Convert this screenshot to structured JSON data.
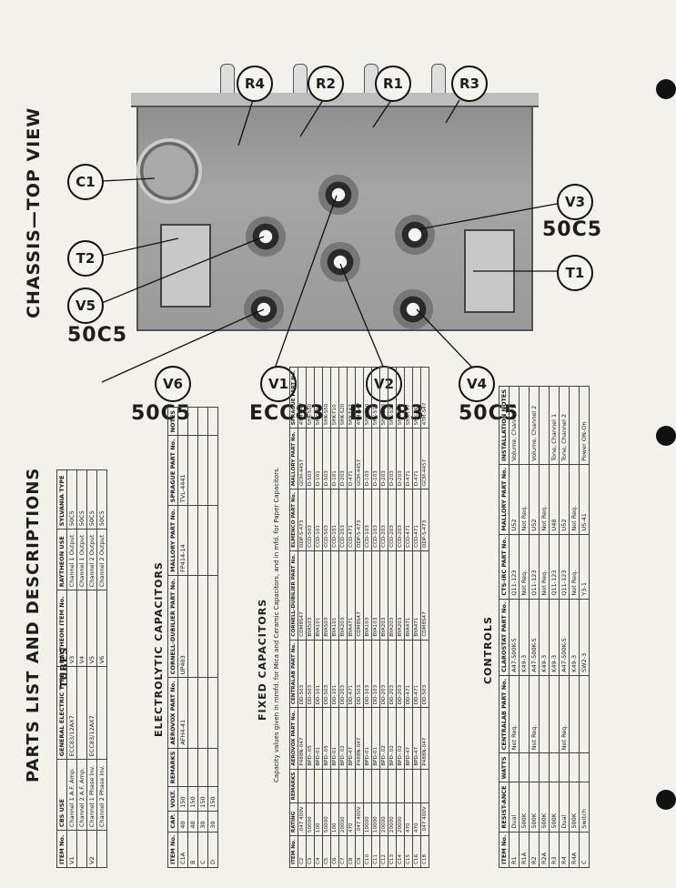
{
  "chassis": {
    "title": "CHASSIS—TOP VIEW",
    "callouts": [
      "R4",
      "R2",
      "R1",
      "R3",
      "C1",
      "V3",
      "T2",
      "T1",
      "V5",
      "V6",
      "V1",
      "V2",
      "V4"
    ],
    "tube_labels": {
      "v3": "50C5",
      "v5": "50C5",
      "v6": "50C5",
      "v1": "ECC83",
      "v2": "ECC83",
      "v4": "50C5"
    }
  },
  "parts": {
    "title": "PARTS LIST AND DESCRIPTIONS",
    "tubes_title": "TUBES",
    "tubes_headers": [
      "ITEM No.",
      "CBS USE",
      "GENERAL ELECTRIC TYPE",
      "RAYTHEON ITEM No.",
      "RAYTHEON USE",
      "SYLVANIA TYPE"
    ],
    "tubes_rows": [
      [
        "V1",
        "Channel 1 A.F. Amp.",
        "ECC83/12AX7",
        "V3",
        "Channel 1 Output",
        "50C5"
      ],
      [
        "",
        "Channel 2 A.F. Amp.",
        "",
        "V4",
        "Channel 1 Output",
        "50C5"
      ],
      [
        "V2",
        "Channel 1 Phase Inv.",
        "ECC83/12AX7",
        "V5",
        "Channel 2 Output",
        "50C5"
      ],
      [
        "",
        "Channel 2 Phase Inv.",
        "",
        "V6",
        "Channel 2 Output",
        "50C5"
      ]
    ],
    "electrolytic_title": "ELECTROLYTIC CAPACITORS",
    "elec_headers": [
      "ITEM No.",
      "CAP.",
      "VOLT.",
      "REMARKS",
      "AEROVOX PART No.",
      "CORNELL-DUBILIER PART No.",
      "MALLORY PART No.",
      "SPRAGUE PART No.",
      "NOTES"
    ],
    "elec_rows": [
      [
        "C1A",
        "40",
        "150",
        "",
        "AFH4-41",
        "UP403",
        "FP414-14",
        "TVL-4441",
        ""
      ],
      [
        "B",
        "40",
        "150",
        "",
        "",
        "",
        "",
        "",
        ""
      ],
      [
        "C",
        "30",
        "150",
        "",
        "",
        "",
        "",
        "",
        ""
      ],
      [
        "D",
        "30",
        "150",
        "",
        "",
        "",
        "",
        "",
        ""
      ]
    ],
    "fixed_title": "FIXED CAPACITORS",
    "fixed_note": "Capacity values given in mmfd. for Mica and Ceramic Capacitors, and in mfd. for Paper Capacitors.",
    "fixed_headers": [
      "ITEM No.",
      "RATING",
      "REMARKS",
      "AEROVOX PART No.",
      "CENTRALAB PART No.",
      "CORNELL-DUBILIER PART No.",
      "ELMENCO PART No.",
      "MALLORY PART No.",
      "SPRAGUE PART No."
    ],
    "fixed_rows": [
      [
        "C2",
        ".047 400V",
        "",
        "P488N-047",
        "DD-503",
        "CDM8S47",
        "DDP-S-473",
        "GCM-4457",
        "4TM-S47"
      ],
      [
        "C3",
        "50000",
        "",
        "BPD-.05",
        "DD-503",
        "BYA503",
        "CCD-503",
        "D-503",
        "5HK-S50"
      ],
      [
        "C4",
        "100",
        "",
        "BPD-01",
        "DD-101",
        "BYA101",
        "CCD-101",
        "D-101",
        "5HK-T10"
      ],
      [
        "C5",
        "50000",
        "",
        "BPD-.05",
        "DD-503",
        "BYA503",
        "CCD-503",
        "D-503",
        "5HK-S50"
      ],
      [
        "C6",
        "100",
        "",
        "BPD-01",
        "DD-101",
        "BYA101",
        "CCD-101",
        "D-101",
        "5HK-T10"
      ],
      [
        "C7",
        "20000",
        "",
        "BPD-.02",
        "DD-203",
        "BYA203",
        "CCD-203",
        "D-203",
        "5HK-S20"
      ],
      [
        "C8",
        "470",
        "",
        "BPD-47",
        "DD-471",
        "BYA471",
        "CCD-471",
        "D-471",
        "5HK-T47"
      ],
      [
        "C9",
        ".047 400V",
        "",
        "P488N-047",
        "DD-503",
        "CDM8S47",
        "DDP-S-473",
        "GCM-4457",
        "4TM-S47"
      ],
      [
        "C10",
        "10000",
        "",
        "BPD-01",
        "DD-103",
        "BYA103",
        "CCD-103",
        "D-103",
        "5HK-S10"
      ],
      [
        "C11",
        "10000",
        "",
        "BPD-01",
        "DD-103",
        "BYA103",
        "CCD-103",
        "D-103",
        "5HK-S10"
      ],
      [
        "C12",
        "20000",
        "",
        "BPD-.02",
        "DD-203",
        "BYA203",
        "CCD-203",
        "D-203",
        "5HK-S20"
      ],
      [
        "C13",
        "20000",
        "",
        "BPD-.02",
        "DD-203",
        "BYA203",
        "CCD-203",
        "D-203",
        "5HK-S20"
      ],
      [
        "C14",
        "20000",
        "",
        "BPD-.02",
        "DD-203",
        "BYA203",
        "CCD-203",
        "D-203",
        "5HK-S20"
      ],
      [
        "C15",
        "470",
        "",
        "BPD-47",
        "DD-471",
        "BYA471",
        "CCD-471",
        "D-471",
        "5HK-T47"
      ],
      [
        "C16",
        "470",
        "",
        "BPD-47",
        "DD-471",
        "BYA471",
        "CCD-471",
        "D-471",
        "5HK-T47"
      ],
      [
        "C18",
        ".047 400V",
        "",
        "P488N-047",
        "DD-503",
        "CDM8S47",
        "DDP-S-473",
        "GCM-4457",
        "4TM-S47"
      ]
    ],
    "controls_title": "CONTROLS",
    "controls_headers": [
      "ITEM No.",
      "RESIST-ANCE",
      "WATTS",
      "CENTRALAB PART No.",
      "CLAROSTAT PART No.",
      "CTS-IRC PART No.",
      "MALLORY PART No.",
      "INSTALLATION NOTES"
    ],
    "controls_rows": [
      [
        "R1",
        "Dual",
        "",
        "Not Req.",
        "A47-500K-S",
        "Q11-123",
        "U52",
        "Volume, Channel 1"
      ],
      [
        "R1A",
        "500K",
        "",
        "",
        "K49-3",
        "Not Req.",
        "Not Req.",
        ""
      ],
      [
        "R2",
        "500K",
        "",
        "Not Req.",
        "A47-500K-S",
        "Q11-123",
        "U52",
        "Volume, Channel 2"
      ],
      [
        "R2A",
        "500K",
        "",
        "",
        "K49-3",
        "Not Req.",
        "Not Req.",
        ""
      ],
      [
        "R3",
        "500K",
        "",
        "",
        "K49-3",
        "Q11-123",
        "U48",
        "Tone, Channel 1"
      ],
      [
        "R4",
        "Dual",
        "",
        "Not Req.",
        "A47-500K-S",
        "Q11-123",
        "U52",
        "Tone, Channel 2"
      ],
      [
        "R4A",
        "500K",
        "",
        "",
        "K49-3",
        "Not Req.",
        "Not Req.",
        ""
      ],
      [
        "C",
        "Switch",
        "",
        "",
        "SW2-3",
        "Y3-1",
        "US-41",
        "Power ON-On"
      ]
    ]
  }
}
